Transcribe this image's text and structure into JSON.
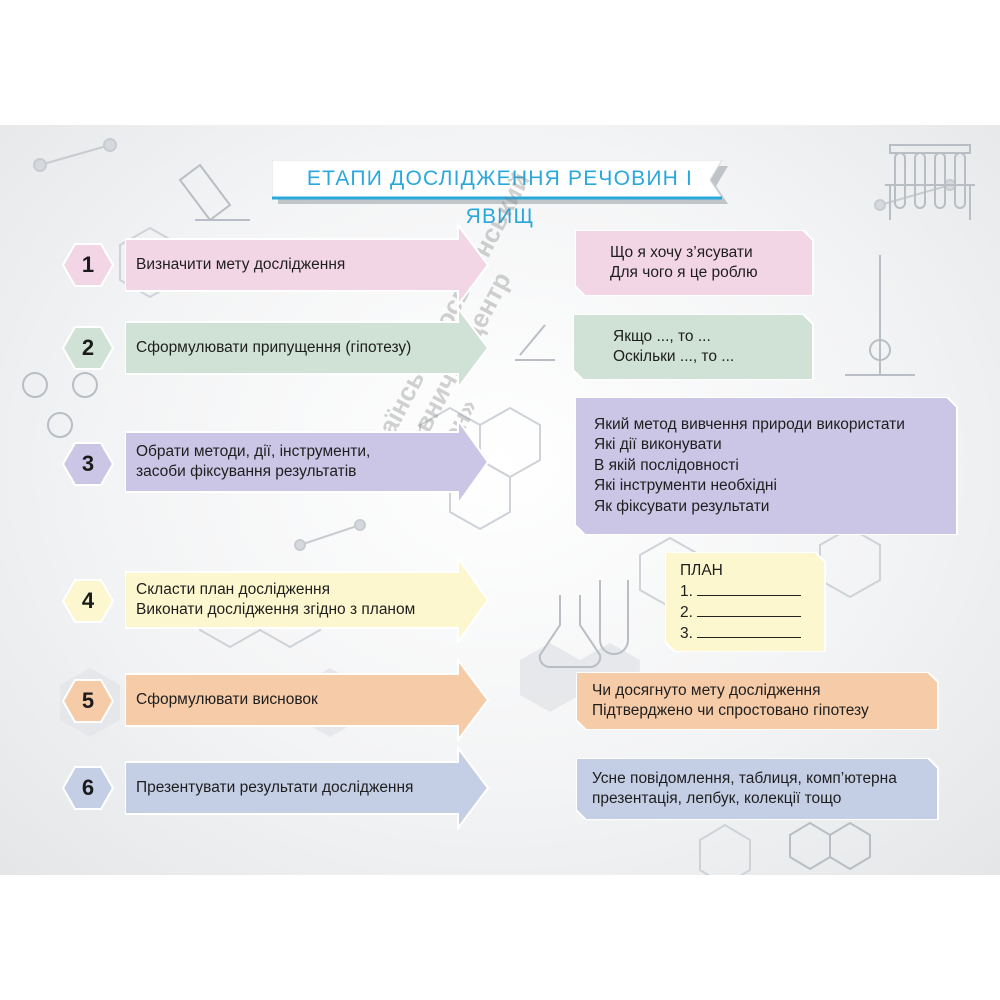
{
  "title": "ЕТАПИ ДОСЛІДЖЕННЯ РЕЧОВИН І ЯВИЩ",
  "colors": {
    "title_text": "#2aa8dc",
    "pink": "#f3d6e6",
    "green": "#cfe2d5",
    "purple": "#cbc6e5",
    "yellow": "#fdf7cf",
    "orange": "#f6cba8",
    "blue": "#c4cfe6"
  },
  "steps": [
    {
      "number": "1",
      "action": [
        "Визначити мету дослідження"
      ],
      "detail": [
        "Що я хочу з’ясувати",
        "Для чого я це роблю"
      ]
    },
    {
      "number": "2",
      "action": [
        "Сформулювати припущення (гіпотезу)"
      ],
      "detail": [
        "Якщо ..., то ...",
        "Оскільки ..., то ..."
      ]
    },
    {
      "number": "3",
      "action": [
        "Обрати методи, дії, інструменти,",
        "засоби фіксування результатів"
      ],
      "detail": [
        "Який метод вивчення природи використати",
        "Які дії виконувати",
        "В якій послідовності",
        "Які інструменти необхідні",
        "Як фіксувати результати"
      ]
    },
    {
      "number": "4",
      "action": [
        "Скласти план дослідження",
        "Виконати дослідження згідно з планом"
      ],
      "detail": []
    },
    {
      "number": "5",
      "action": [
        "Сформулювати висновок"
      ],
      "detail": [
        "Чи досягнуто мету дослідження",
        "Підтверджено чи спростовано гіпотезу"
      ]
    },
    {
      "number": "6",
      "action": [
        "Презентувати результати дослідження"
      ],
      "detail": [
        "Усне повідомлення, таблиця, комп’ютерна",
        "презентація, лепбук, колекції тощо"
      ]
    }
  ],
  "plan": {
    "heading": "ПЛАН",
    "items": [
      "1.",
      "2.",
      "3."
    ]
  },
  "watermark": [
    "Український освітянський",
    "видавничий центр",
    "«Оріон»"
  ]
}
